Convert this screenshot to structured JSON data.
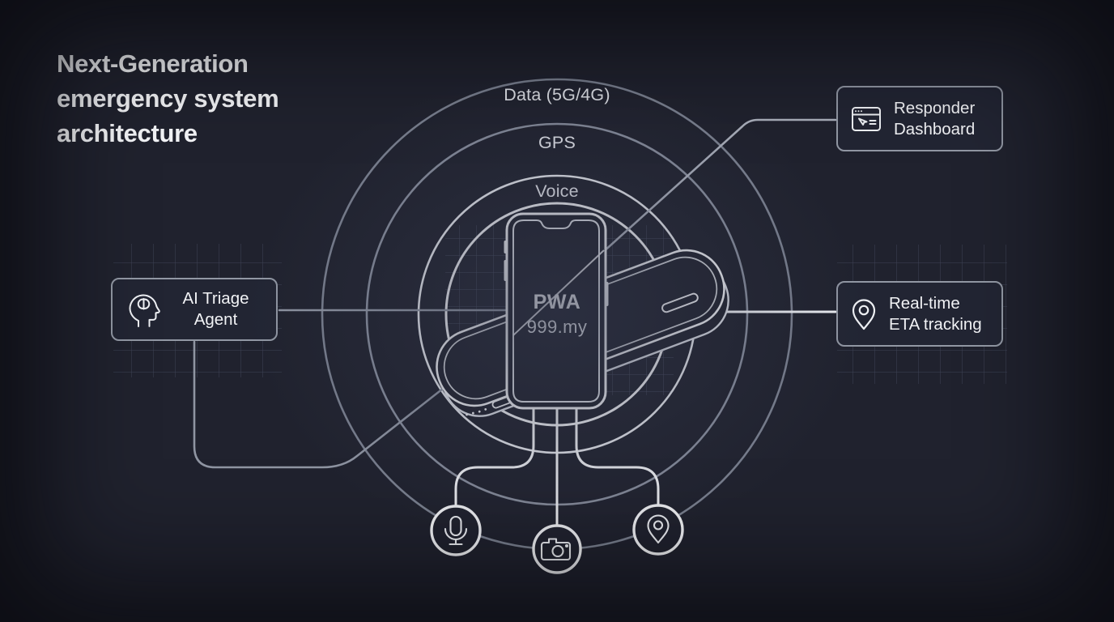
{
  "title": {
    "lines": [
      "Next-Generation",
      "emergency system",
      "architecture"
    ]
  },
  "rings": {
    "data": {
      "label": "Data (5G/4G)"
    },
    "gps": {
      "label": "GPS"
    },
    "voice": {
      "label": "Voice"
    }
  },
  "phone": {
    "app": "PWA",
    "domain": "999.my"
  },
  "nodes": {
    "responder": {
      "line1": "Responder",
      "line2": "Dashboard",
      "icon": "dashboard-window-icon"
    },
    "triage": {
      "line1": "AI Triage",
      "line2": "Agent",
      "icon": "head-brain-icon"
    },
    "eta": {
      "line1": "Real-time",
      "line2": "ETA tracking",
      "icon": "location-pin-icon"
    }
  },
  "capability_icons": [
    "microphone-icon",
    "camera-icon",
    "location-pin-icon"
  ],
  "colors": {
    "background": "#20222e",
    "ring_gray": "#848a99",
    "ring_white": "#f2f3f6",
    "connector_gray": "#9aa0ad",
    "connector_white": "#eef0f4",
    "box_border": "#9298a4",
    "text": "#f2f3f6"
  }
}
